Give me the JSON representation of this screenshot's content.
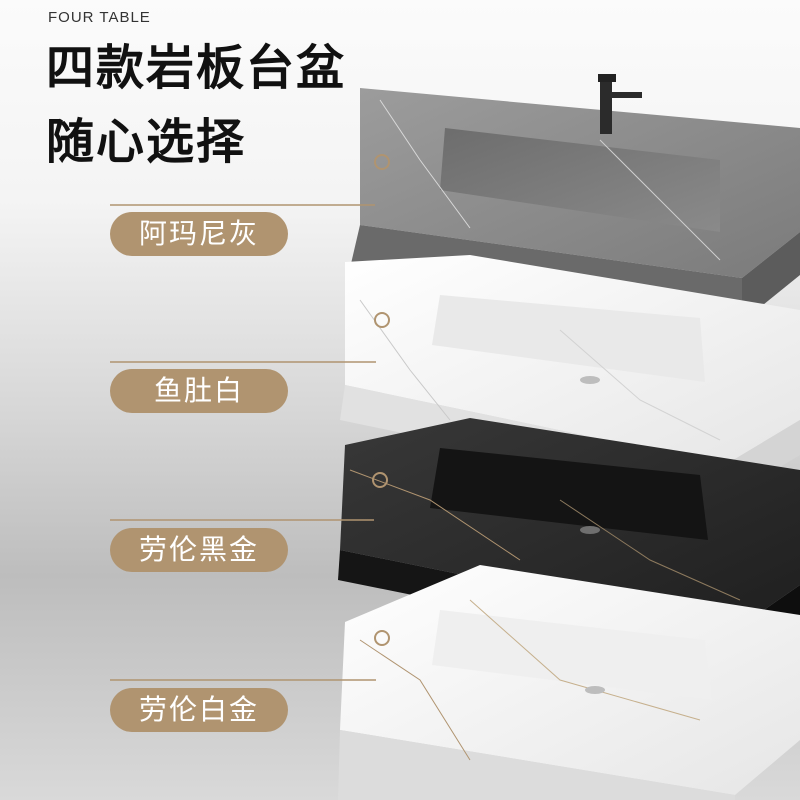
{
  "header": {
    "eyebrow": "FOUR TABLE",
    "headline_line1": "四款岩板台盆",
    "headline_line2": "随心选择"
  },
  "options": [
    {
      "label": "阿玛尼灰",
      "color": "#8d8d8d"
    },
    {
      "label": "鱼肚白",
      "color": "#f3f3f3"
    },
    {
      "label": "劳伦黑金",
      "color": "#2b2b2b"
    },
    {
      "label": "劳伦白金",
      "color": "#f7f7f7"
    }
  ],
  "accent_color": "#b09470"
}
